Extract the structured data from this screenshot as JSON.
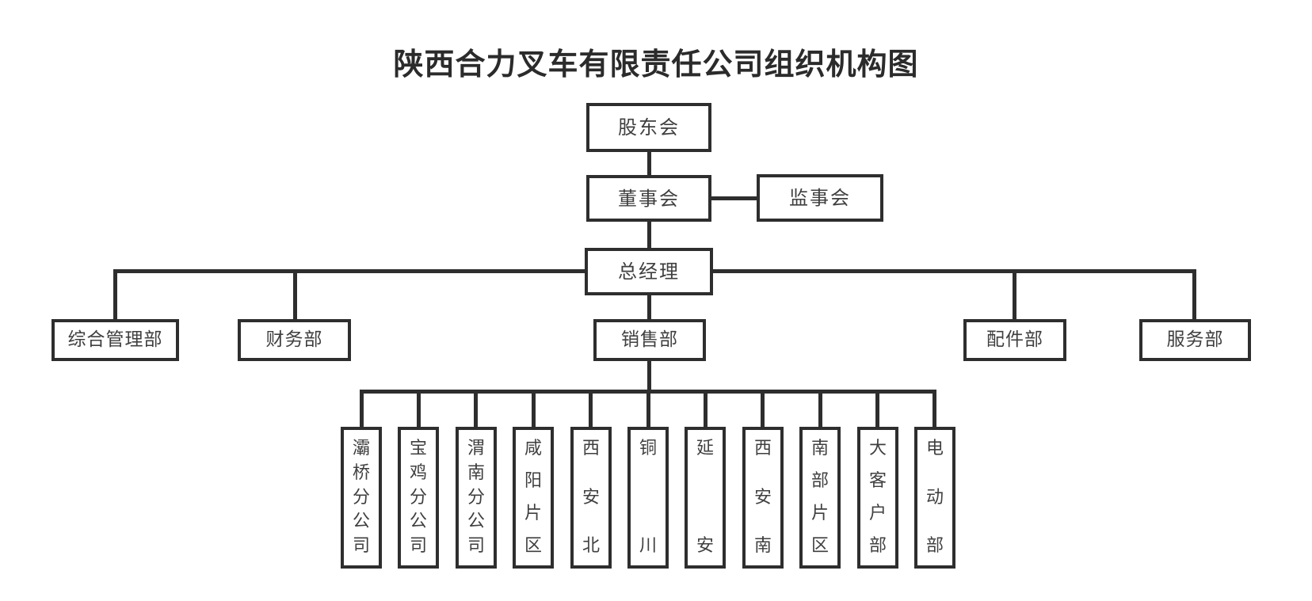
{
  "title": "陕西合力叉车有限责任公司组织机构图",
  "colors": {
    "line_and_border": "#2e2e2e",
    "node_text": "#3f3f3f",
    "title_text": "#2b2b2b",
    "background": "#ffffff"
  },
  "nodes": {
    "shareholders": "股东会",
    "board": "董事会",
    "supervisory": "监事会",
    "general_manager": "总经理"
  },
  "departments": [
    {
      "label": "综合管理部"
    },
    {
      "label": "财务部"
    },
    {
      "label": "销售部"
    },
    {
      "label": "配件部"
    },
    {
      "label": "服务部"
    }
  ],
  "sales_units": [
    {
      "label": "灞桥分公司"
    },
    {
      "label": "宝鸡分公司"
    },
    {
      "label": "渭南分公司"
    },
    {
      "label": "咸阳片区"
    },
    {
      "label": "西安北"
    },
    {
      "label": "铜川"
    },
    {
      "label": "延安"
    },
    {
      "label": "西安南"
    },
    {
      "label": "南部片区"
    },
    {
      "label": "大客户部"
    },
    {
      "label": "电动部"
    }
  ]
}
